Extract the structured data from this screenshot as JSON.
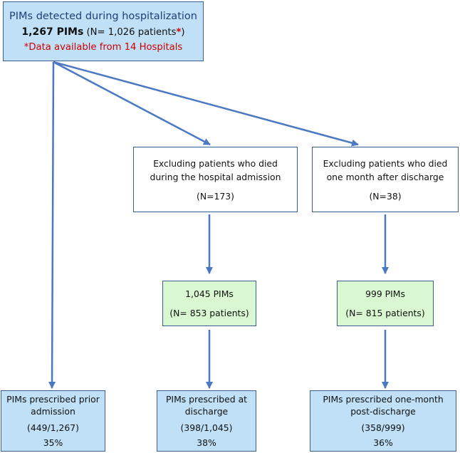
{
  "colors": {
    "arrow": "#4a78c2",
    "border": "#3a5f8f",
    "blue_fill": "#bfe0f6",
    "green_fill": "#d9f7d0",
    "note_red": "#d00000"
  },
  "top": {
    "title": "PIMs detected during hospitalization",
    "count_bold": "1,267 PIMs",
    "count_rest": "(N= 1,026 patients",
    "asterisk": "*",
    "close_paren": ")",
    "note": "*Data available from 14 Hospitals"
  },
  "excl_hospital": {
    "line1": "Excluding patients who died",
    "line2": "during the hospital admission",
    "n": "(N=173)"
  },
  "excl_month": {
    "line1": "Excluding patients who died",
    "line2": "one month after discharge",
    "n": "(N=38)"
  },
  "mid_hospital": {
    "pims": "1,045 PIMs",
    "patients": "(N= 853 patients)"
  },
  "mid_month": {
    "pims": "999 PIMs",
    "patients": "(N= 815 patients)"
  },
  "out_prior": {
    "line1": "PIMs prescribed prior",
    "line2": "admission",
    "ratio": "(449/1,267)",
    "pct": "35%"
  },
  "out_discharge": {
    "line1": "PIMs prescribed at",
    "line2": "discharge",
    "ratio": "(398/1,045)",
    "pct": "38%"
  },
  "out_postdischarge": {
    "line1": "PIMs prescribed one-month",
    "line2": "post-discharge",
    "ratio": "(358/999)",
    "pct": "36%"
  }
}
